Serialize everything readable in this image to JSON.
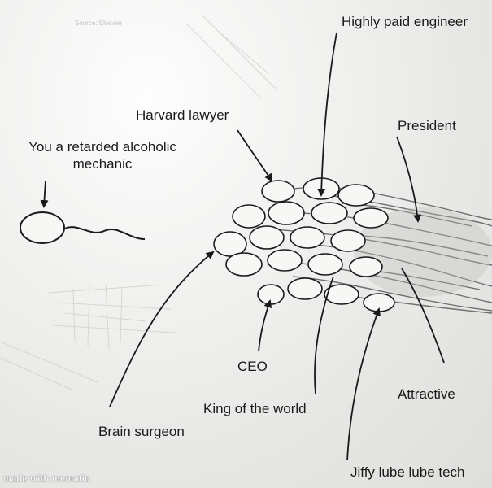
{
  "labels": {
    "engineer": "Highly paid engineer",
    "harvard": "Harvard lawyer",
    "president": "President",
    "mechanic_line1": "You a retarded alcoholic",
    "mechanic_line2": "mechanic",
    "ceo": "CEO",
    "attractive": "Attractive",
    "king": "King of the world",
    "brain": "Brain surgeon",
    "jiffy": "Jiffy lube lube tech"
  },
  "watermark": "made with mematic",
  "source_note": "Source: Elsevier",
  "colors": {
    "ink": "#1a1a1a",
    "cell_fill": "#f7f7f5",
    "background": "#eeeeec"
  }
}
